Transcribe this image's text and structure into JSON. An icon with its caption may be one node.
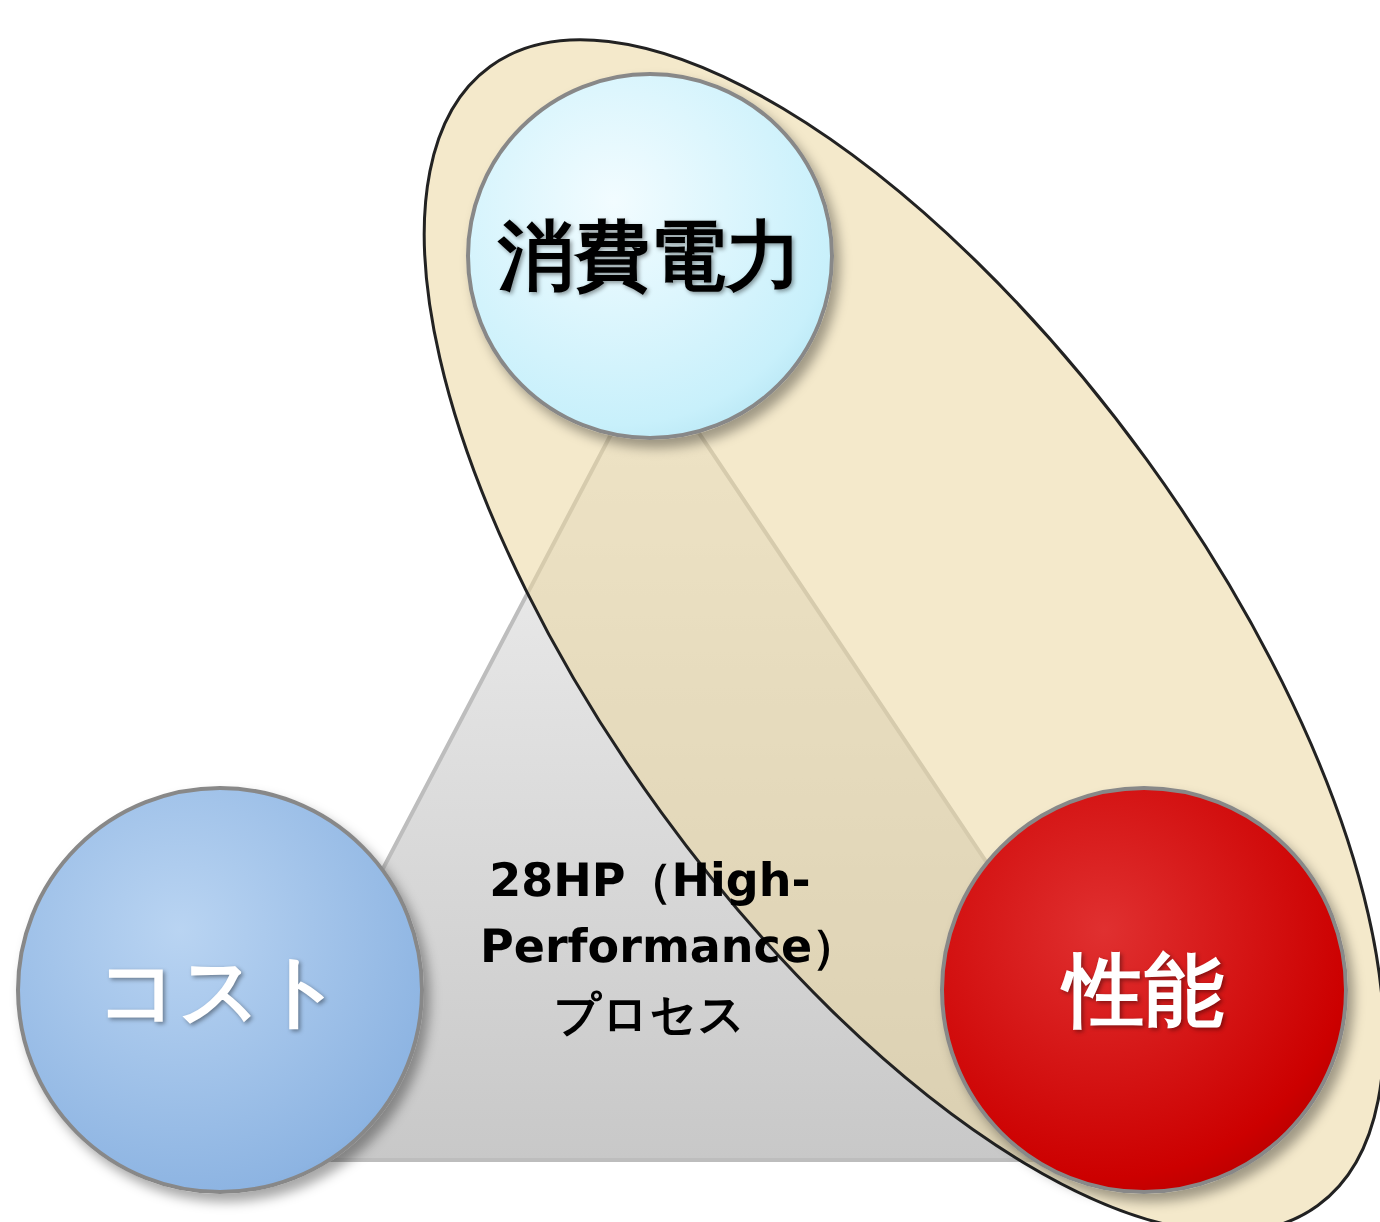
{
  "diagram": {
    "nodes": [
      {
        "text": [
          "消費電力"
        ]
      },
      {
        "text": [
          "コスト"
        ]
      },
      {
        "text": [
          "28HP（High-Performance）プロセス"
        ]
      },
      {
        "text": [
          "性能"
        ]
      }
    ]
  }
}
